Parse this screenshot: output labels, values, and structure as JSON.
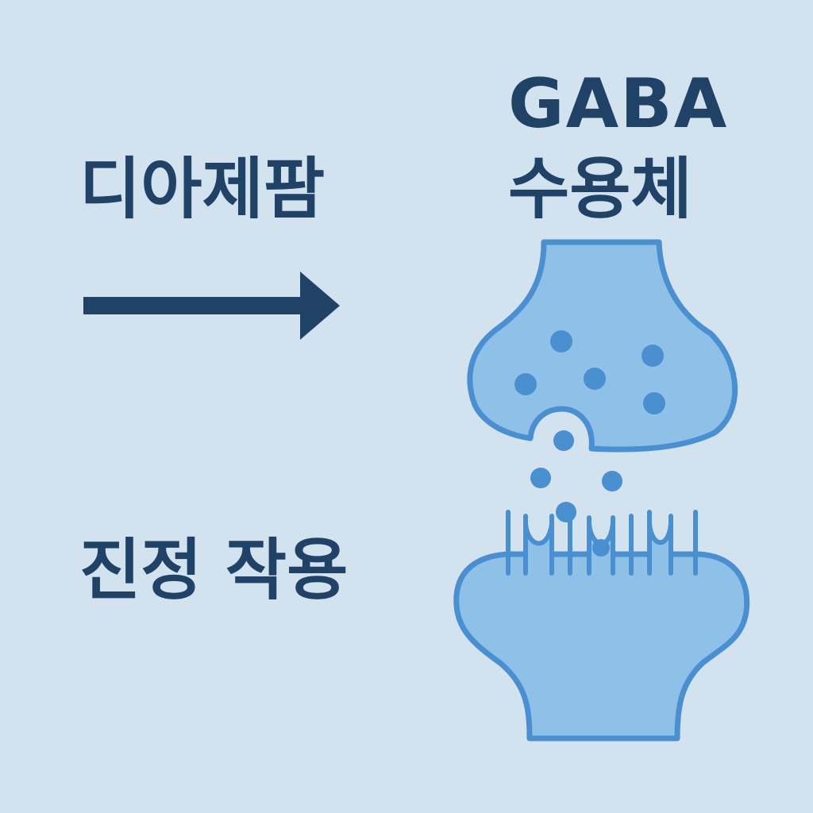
{
  "drug": {
    "label": "디아제팜"
  },
  "effect": {
    "label": "진정 작용"
  },
  "receptor": {
    "line1": "GABA",
    "line2": "수용체"
  },
  "colors": {
    "background": "#d2e2ee",
    "text": "#1f4266",
    "neuron_fill": "#8ec0e8",
    "neuron_stroke": "#4a8fd0",
    "vesicle": "#4a8fd0",
    "arrow": "#1f4266"
  },
  "icons": {
    "arrow": "right-arrow-icon",
    "presynaptic": "presynaptic-terminal-icon",
    "postsynaptic": "postsynaptic-terminal-icon"
  }
}
